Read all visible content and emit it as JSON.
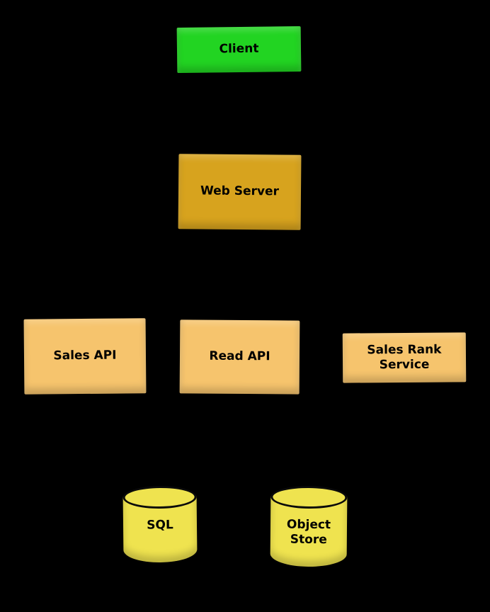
{
  "diagram": {
    "background_color": "#000000",
    "nodes": [
      {
        "id": "client",
        "label": "Client",
        "shape": "box",
        "fill": "#22d422"
      },
      {
        "id": "web-server",
        "label": "Web Server",
        "shape": "box",
        "fill": "#d7a31e"
      },
      {
        "id": "sales-api",
        "label": "Sales API",
        "shape": "box",
        "fill": "#f6c46d"
      },
      {
        "id": "read-api",
        "label": "Read API",
        "shape": "box",
        "fill": "#f6c46d"
      },
      {
        "id": "sales-rank-service",
        "label": "Sales Rank Service",
        "shape": "box",
        "fill": "#f6c46d"
      },
      {
        "id": "sql",
        "label": "SQL",
        "shape": "cylinder",
        "fill": "#efe34f"
      },
      {
        "id": "object-store",
        "label": "Object Store",
        "shape": "cylinder",
        "fill": "#efe34f"
      }
    ]
  }
}
